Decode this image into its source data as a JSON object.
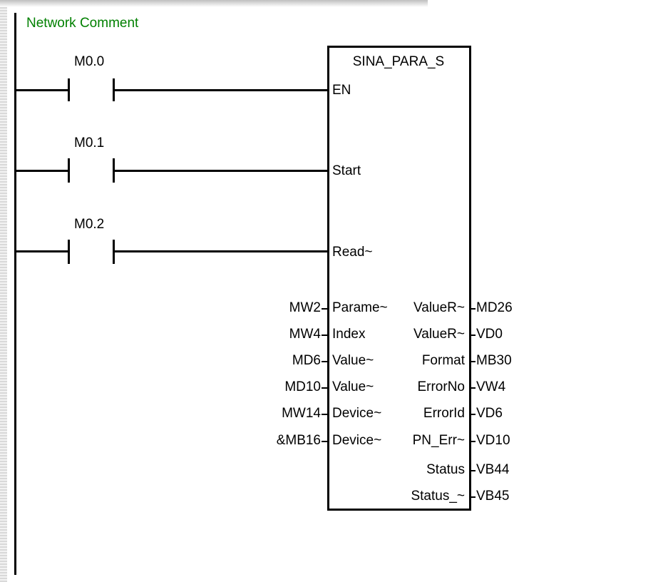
{
  "network": {
    "comment": "Network Comment"
  },
  "contacts": [
    {
      "address": "M0.0"
    },
    {
      "address": "M0.1"
    },
    {
      "address": "M0.2"
    }
  ],
  "block": {
    "name": "SINA_PARA_S",
    "bool_inputs": [
      "EN",
      "Start",
      "Read~"
    ],
    "inputs": [
      {
        "operand": "MW2",
        "pin": "Parame~"
      },
      {
        "operand": "MW4",
        "pin": "Index"
      },
      {
        "operand": "MD6",
        "pin": "Value~"
      },
      {
        "operand": "MD10",
        "pin": "Value~"
      },
      {
        "operand": "MW14",
        "pin": "Device~"
      },
      {
        "operand": "&MB16",
        "pin": "Device~"
      }
    ],
    "outputs": [
      {
        "pin": "ValueR~",
        "operand": "MD26"
      },
      {
        "pin": "ValueR~",
        "operand": "VD0"
      },
      {
        "pin": "Format",
        "operand": "MB30"
      },
      {
        "pin": "ErrorNo",
        "operand": "VW4"
      },
      {
        "pin": "ErrorId",
        "operand": "VD6"
      },
      {
        "pin": "PN_Err~",
        "operand": "VD10"
      },
      {
        "pin": "Status",
        "operand": "VB44"
      },
      {
        "pin": "Status_~",
        "operand": "VB45"
      }
    ]
  },
  "colors": {
    "comment": "#008000",
    "wire": "#000000"
  }
}
